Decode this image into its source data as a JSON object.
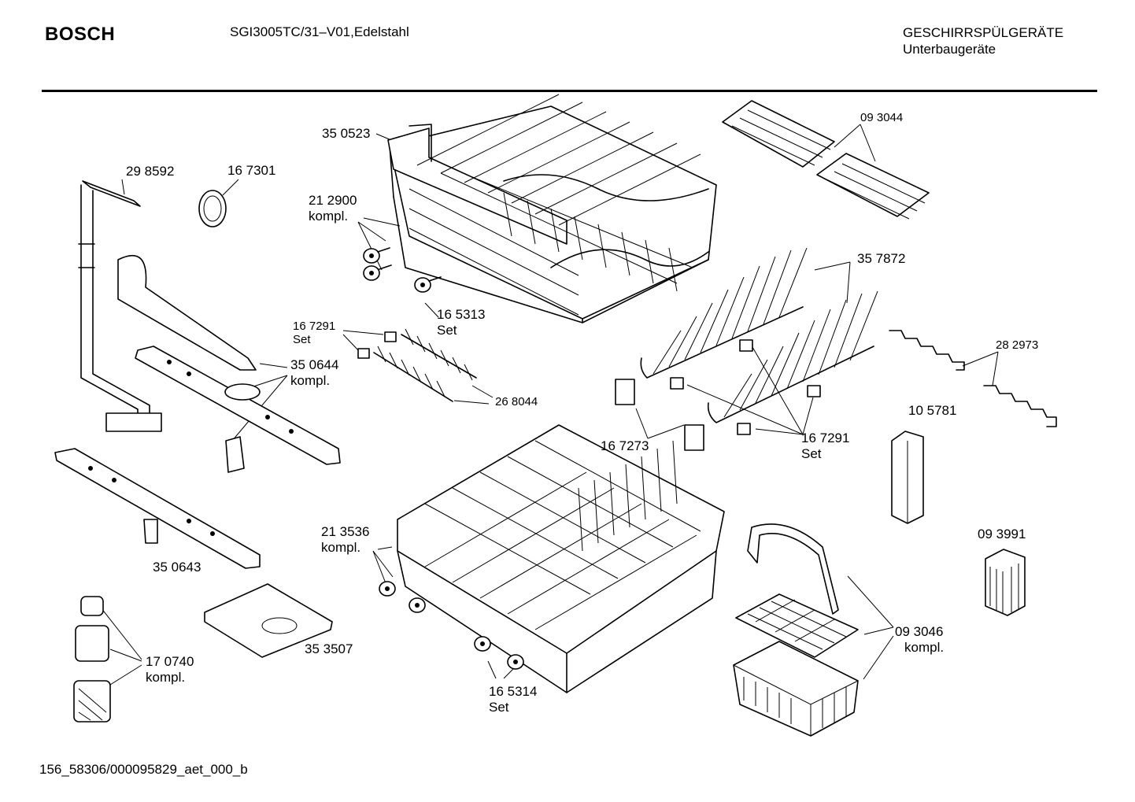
{
  "header": {
    "brand": "BOSCH",
    "model": "SGI3005TC/31–V01,Edelstahl",
    "category_line1": "GESCHIRRSPÜLGERÄTE",
    "category_line2": "Unterbaugeräte"
  },
  "footer": {
    "code": "156_58306/000095829_aet_000_b"
  },
  "parts": [
    {
      "id": "p350523",
      "line1": "35 0523"
    },
    {
      "id": "p298592",
      "line1": "29 8592"
    },
    {
      "id": "p167301",
      "line1": "16 7301"
    },
    {
      "id": "p212900",
      "line1": "21 2900",
      "line2": "kompl."
    },
    {
      "id": "p093044",
      "line1": "09 3044"
    },
    {
      "id": "p357872",
      "line1": "35 7872"
    },
    {
      "id": "p165313",
      "line1": "16 5313",
      "line2": "Set"
    },
    {
      "id": "p167291a",
      "line1": "16 7291",
      "line2": "Set"
    },
    {
      "id": "p282973",
      "line1": "28 2973"
    },
    {
      "id": "p350644",
      "line1": "35 0644",
      "line2": "kompl."
    },
    {
      "id": "p268044",
      "line1": "26 8044"
    },
    {
      "id": "p105781",
      "line1": "10 5781"
    },
    {
      "id": "p167273",
      "line1": "16 7273"
    },
    {
      "id": "p167291b",
      "line1": "16 7291",
      "line2": "Set"
    },
    {
      "id": "p093991",
      "line1": "09 3991"
    },
    {
      "id": "p213536",
      "line1": "21 3536",
      "line2": "kompl."
    },
    {
      "id": "p350643",
      "line1": "35 0643"
    },
    {
      "id": "p093046",
      "line1": "09 3046",
      "line2": "kompl."
    },
    {
      "id": "p353507",
      "line1": "35 3507"
    },
    {
      "id": "p170740",
      "line1": "17 0740",
      "line2": "kompl."
    },
    {
      "id": "p165314",
      "line1": "16 5314",
      "line2": "Set"
    }
  ]
}
